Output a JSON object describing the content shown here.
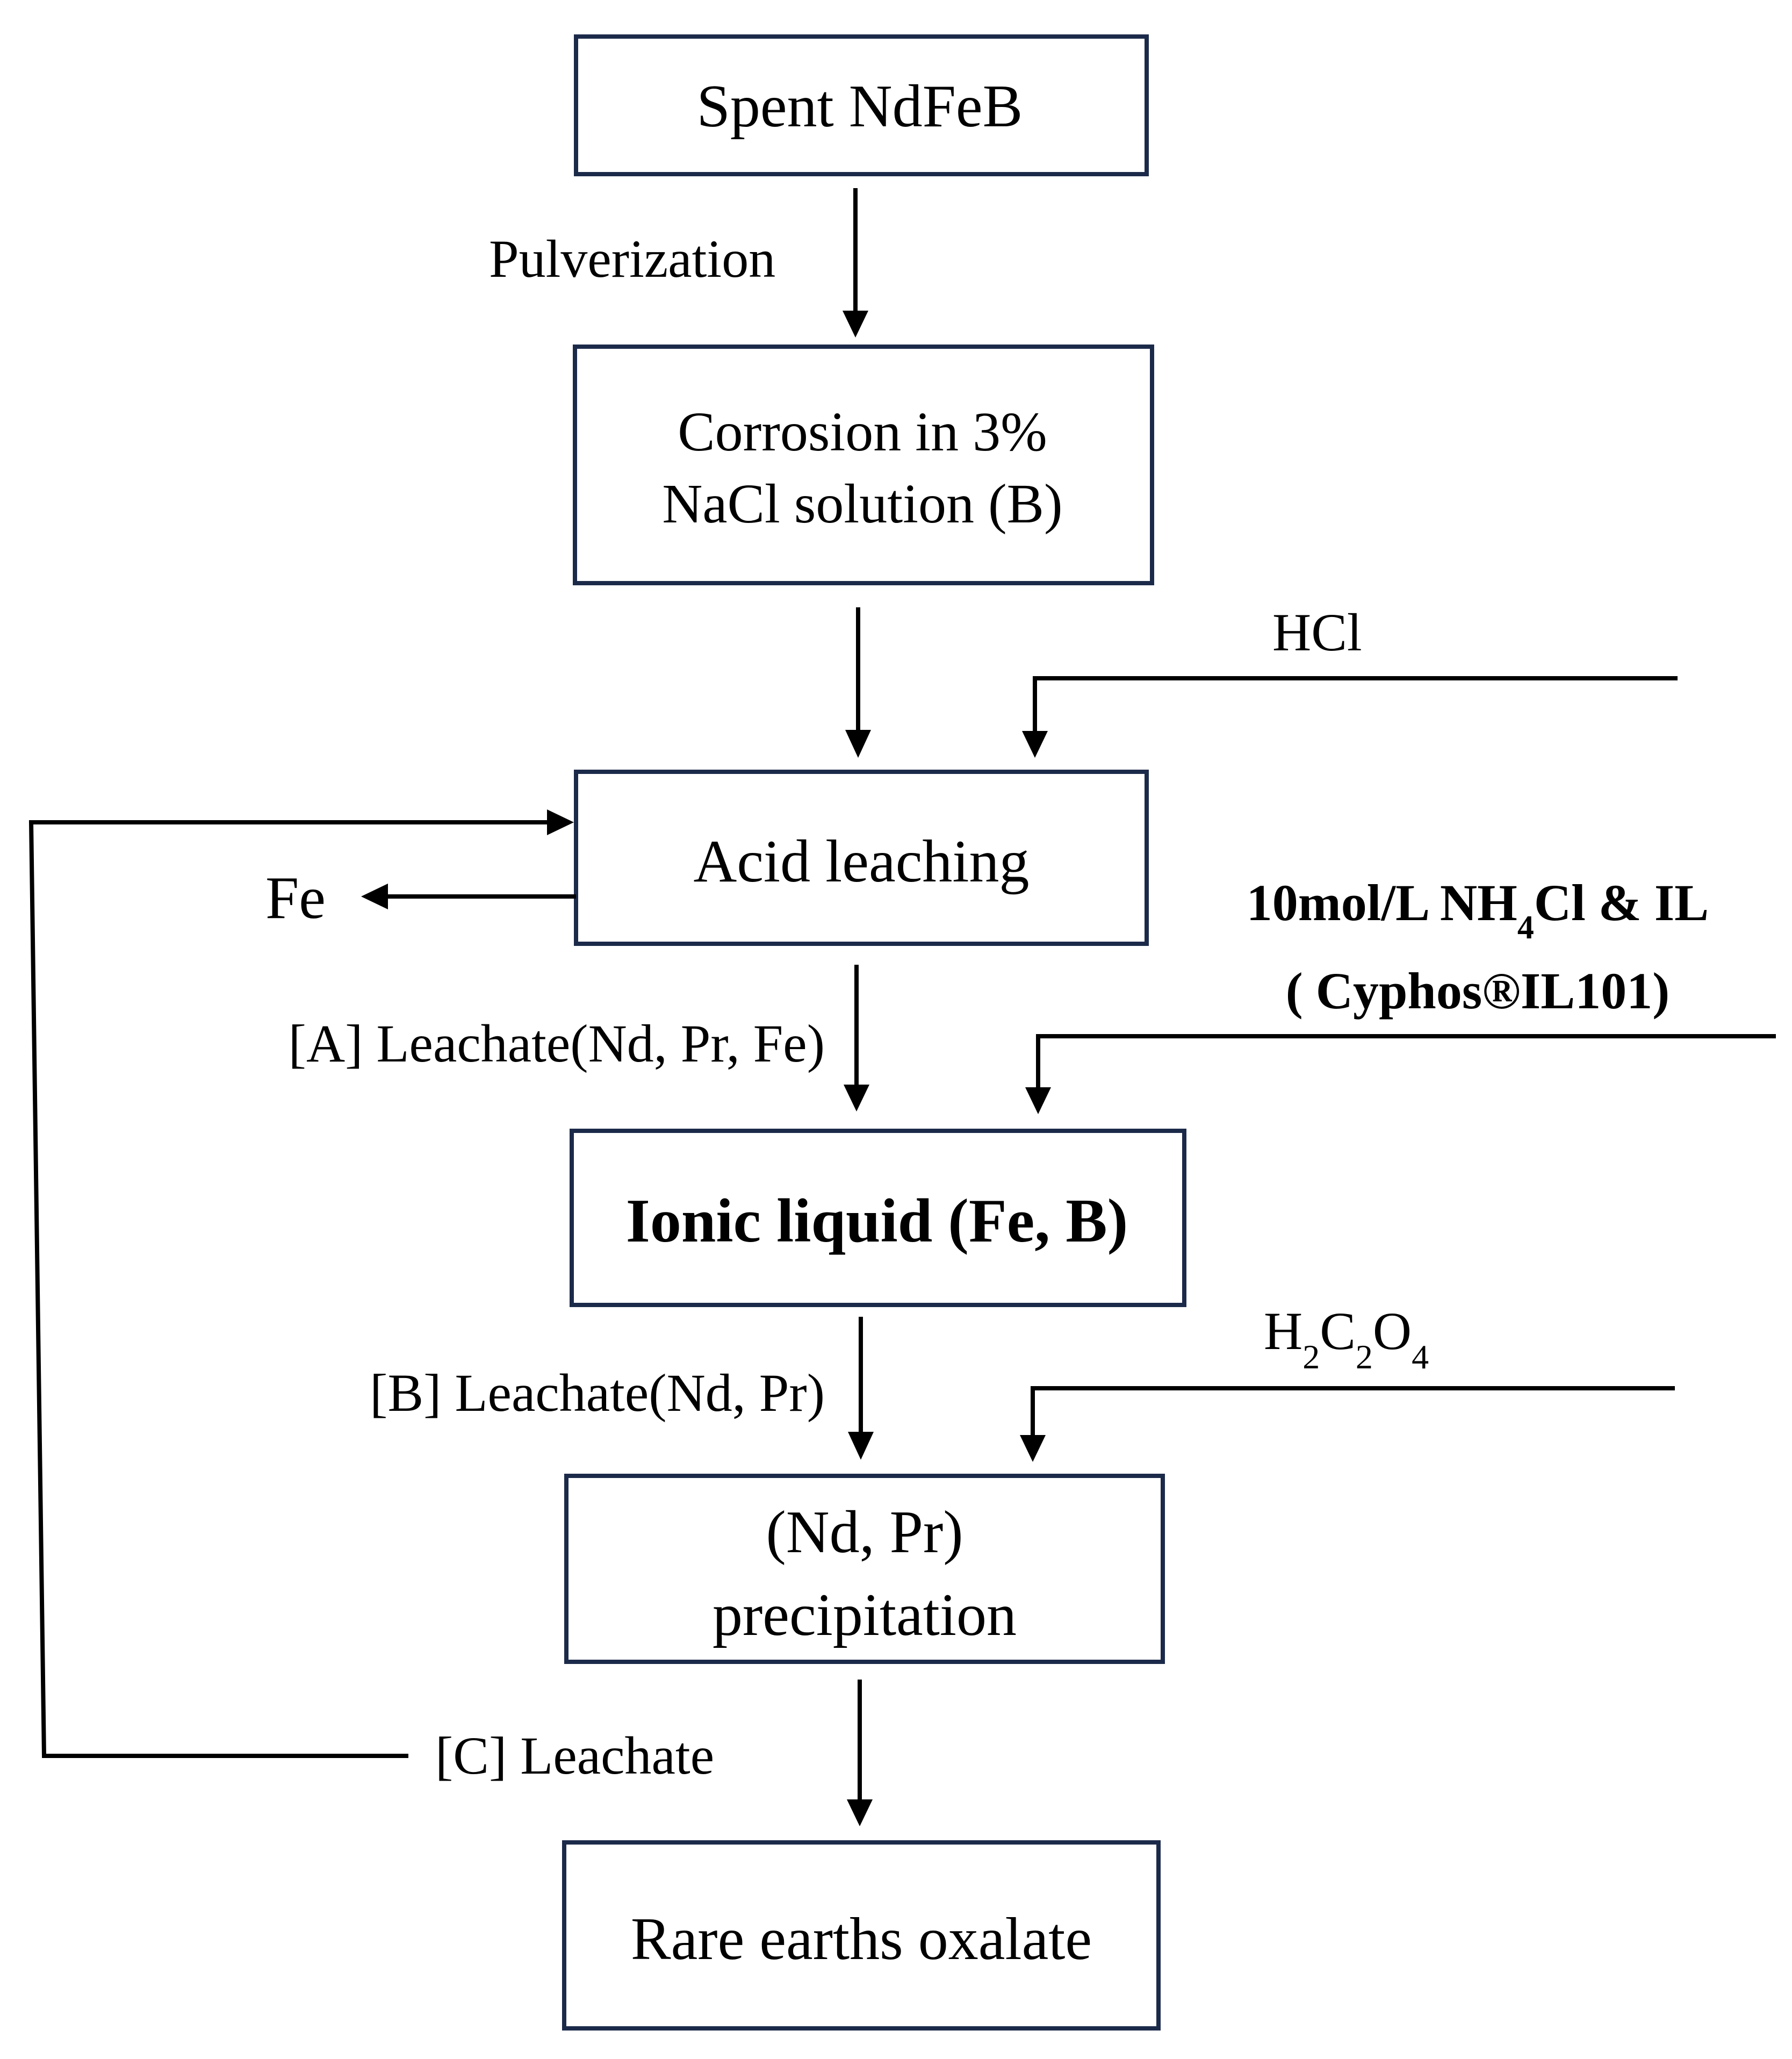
{
  "nodes": {
    "spent": "Spent NdFeB",
    "corrosion_line1": "Corrosion in 3%",
    "corrosion_line2": "NaCl solution (B)",
    "acid": "Acid leaching",
    "ionic": "Ionic liquid (Fe, B)",
    "precip_line1": "(Nd, Pr)",
    "precip_line2": "precipitation",
    "oxalate": "Rare earths oxalate"
  },
  "labels": {
    "pulverization": "Pulverization",
    "hcl": "HCl",
    "fe": "Fe",
    "leachate_a": "[A] Leachate(Nd, Pr, Fe)",
    "reagent_line1_pre": "10mol/L NH",
    "reagent_line1_sub": "4",
    "reagent_line1_post": "Cl & IL",
    "reagent_line2": "( Cyphos®IL101)",
    "leachate_b": "[B] Leachate(Nd, Pr)",
    "oxalic_h": "H",
    "oxalic_sub1": "2",
    "oxalic_c": "C",
    "oxalic_sub2": "2",
    "oxalic_o": "O",
    "oxalic_sub3": "4",
    "leachate_c": "[C] Leachate"
  },
  "colors": {
    "box_border": "#1c2a4a",
    "line": "#000000"
  }
}
